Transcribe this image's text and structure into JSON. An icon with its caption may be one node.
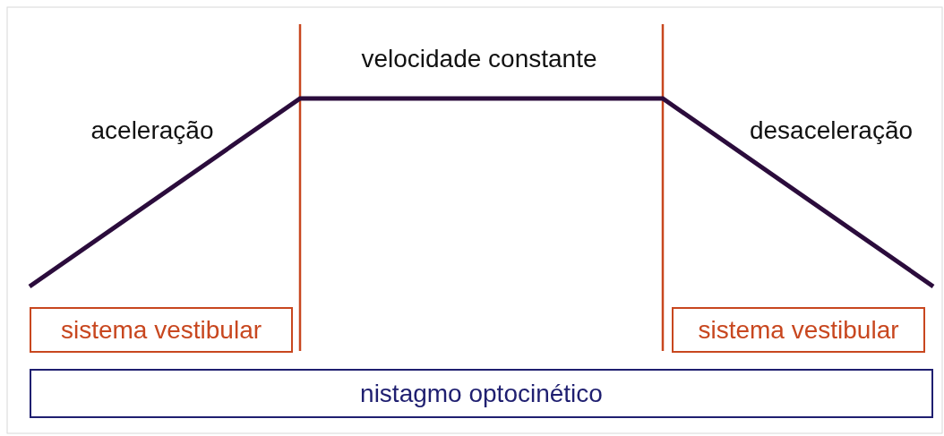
{
  "diagram": {
    "nodes": [
      {
        "text": [
          "sistema vestibular"
        ]
      },
      {
        "text": [
          "sistema vestibular"
        ]
      },
      {
        "text": [
          "nistagmo optocinético"
        ]
      }
    ],
    "labels": [
      "velocidade constante",
      "aceleração",
      "desaceleração"
    ]
  }
}
